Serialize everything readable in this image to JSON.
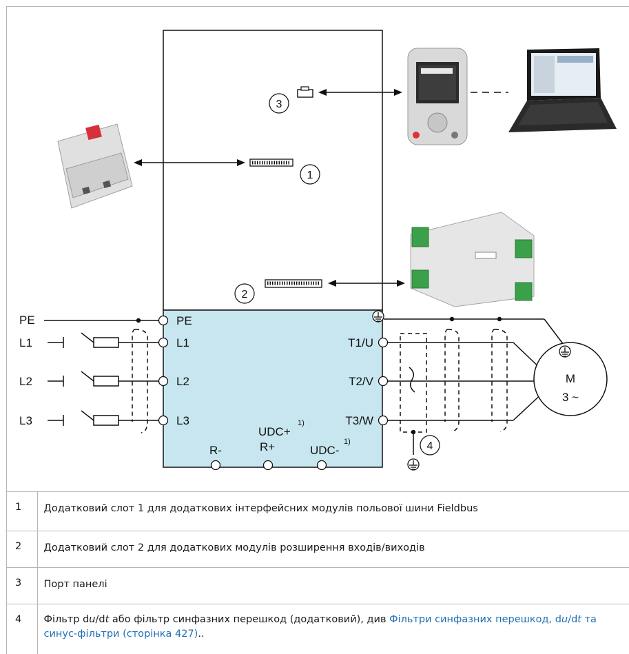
{
  "diagram": {
    "callouts": [
      "1",
      "2",
      "3",
      "4"
    ],
    "left_terminals": [
      "PE",
      "L1",
      "L2",
      "L3"
    ],
    "box_terminals_left": [
      "PE",
      "L1",
      "L2",
      "L3"
    ],
    "box_terminals_right": [
      "T1/U",
      "T2/V",
      "T3/W"
    ],
    "bottom_terminals": {
      "r_minus": "R-",
      "r_plus": "R+",
      "udc_plus": "UDC+",
      "udc_minus": "UDC-",
      "footnote": "1)"
    },
    "motor": {
      "line1": "M",
      "line2": "3 ~"
    },
    "colors": {
      "power_area": "#c8e6ef",
      "line": "#111111",
      "link": "#1f6fb5"
    }
  },
  "legend": [
    {
      "num": "1",
      "text": "Додатковий слот 1 для додаткових інтерфейсних модулів польової шини Fieldbus"
    },
    {
      "num": "2",
      "text": "Додатковий слот 2 для додаткових модулів розширення входів/виходів"
    },
    {
      "num": "3",
      "text": "Порт панелі"
    },
    {
      "num": "4",
      "text_a": "Фільтр d",
      "text_b": "u",
      "text_c": "/d",
      "text_d": "t",
      "text_e": " або фільтр синфазних перешкод (додатковий), див ",
      "link_a": "Фільтри синфазних перешкод, d",
      "link_b": "u",
      "link_c": "/d",
      "link_d": "t",
      "link_e": " та синус-фільтри (сторінка 427)",
      "text_f": ".."
    }
  ]
}
